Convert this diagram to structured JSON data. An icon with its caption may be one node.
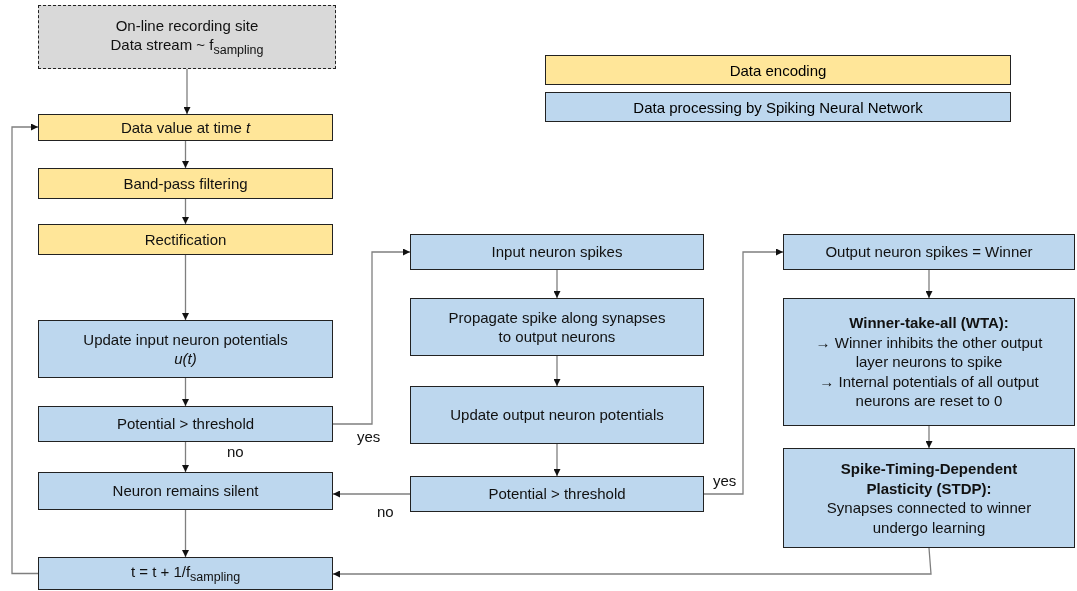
{
  "diagram": {
    "nodes": [
      {
        "text": [
          "On-line recording site",
          "Data stream ~ f$_{sampling}$"
        ]
      },
      {
        "text": [
          "Data value at time *t*"
        ]
      },
      {
        "text": [
          "Band-pass filtering"
        ]
      },
      {
        "text": [
          "Rectification"
        ]
      },
      {
        "text": [
          "Update input neuron potentials",
          "u(t)"
        ]
      },
      {
        "text": [
          "Potential > threshold"
        ]
      },
      {
        "text": [
          "Neuron remains silent"
        ]
      },
      {
        "text": [
          "t = t + 1/f$_{sampling}$"
        ]
      },
      {
        "text": [
          "Input neuron spikes"
        ]
      },
      {
        "text": [
          "Propagate spike along synapses to output neurons"
        ]
      },
      {
        "text": [
          "Update output neuron potentials"
        ]
      },
      {
        "text": [
          "Potential > threshold"
        ]
      },
      {
        "text": [
          "Output neuron spikes = Winner"
        ]
      },
      {
        "text": [
          "Winner-take-all (WTA):",
          "→ Winner inhibits the other output layer neurons to spike",
          "→ Internal potentials of all output neurons are reset to 0"
        ]
      },
      {
        "text": [
          "Spike-Timing-Dependent Plasticity (STDP):",
          "Synapses connected to winner undergo learning"
        ]
      }
    ],
    "edges": [
      {
        "from": 0,
        "to": 1,
        "arrow": "to"
      },
      {
        "from": 1,
        "to": 2,
        "arrow": "to"
      },
      {
        "from": 2,
        "to": 3,
        "arrow": "to"
      },
      {
        "from": 3,
        "to": 4,
        "arrow": "to"
      },
      {
        "from": 4,
        "to": 5,
        "arrow": "to"
      },
      {
        "from": 5,
        "to": 8,
        "arrow": "to",
        "label": "yes"
      },
      {
        "from": 5,
        "to": 6,
        "arrow": "to",
        "label": "no"
      },
      {
        "from": 6,
        "to": 7,
        "arrow": "to"
      },
      {
        "from": 7,
        "to": 1,
        "arrow": "to"
      },
      {
        "from": 8,
        "to": 9,
        "arrow": "to"
      },
      {
        "from": 9,
        "to": 10,
        "arrow": "to"
      },
      {
        "from": 10,
        "to": 11,
        "arrow": "to"
      },
      {
        "from": 11,
        "to": 6,
        "arrow": "to",
        "label": "no"
      },
      {
        "from": 11,
        "to": 12,
        "arrow": "to",
        "label": "yes"
      },
      {
        "from": 12,
        "to": 13,
        "arrow": "to"
      },
      {
        "from": 13,
        "to": 14,
        "arrow": "to"
      },
      {
        "from": 14,
        "to": 7,
        "arrow": "to"
      }
    ],
    "legend": [
      {
        "text": "Data encoding",
        "color": "#ffe699"
      },
      {
        "text": "Data processing by Spiking Neural Network",
        "color": "#bdd7ee"
      }
    ]
  }
}
